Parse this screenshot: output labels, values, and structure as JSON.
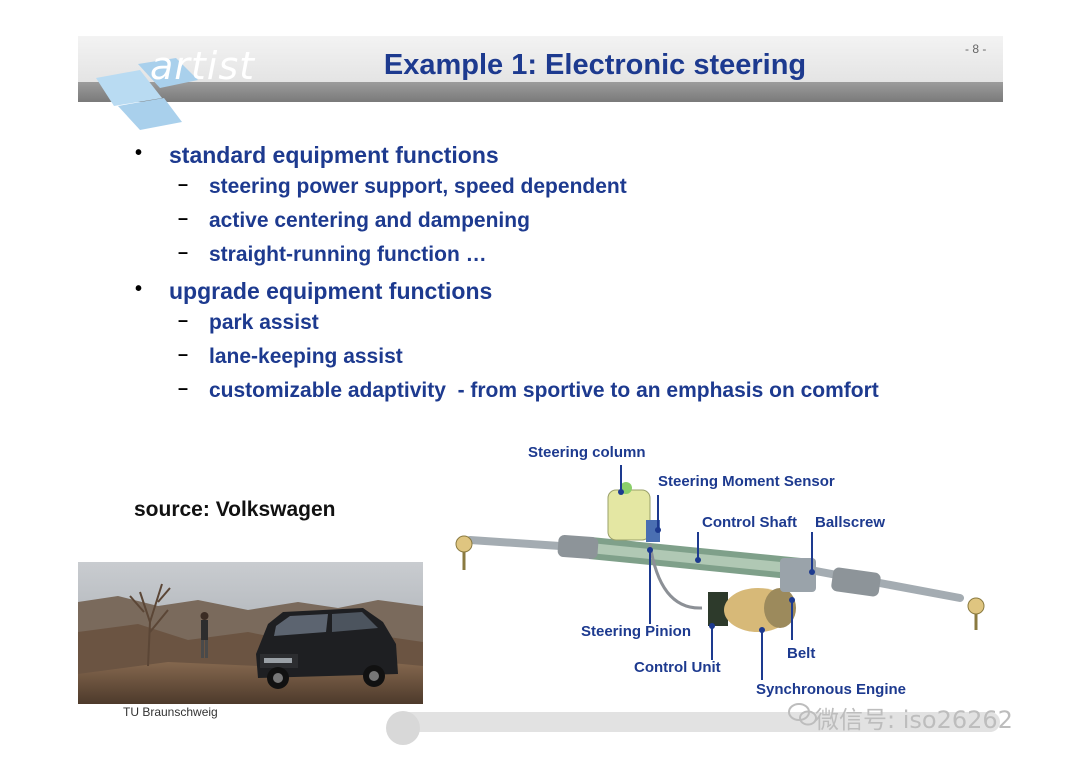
{
  "header": {
    "logo_text": "artist",
    "title": "Example 1: Electronic steering",
    "page_number": "- 8 -"
  },
  "bullets": [
    {
      "text": "standard equipment functions",
      "subitems": [
        "steering power support, speed dependent",
        "active centering and dampening",
        "straight-running function …"
      ]
    },
    {
      "text": "upgrade equipment functions",
      "subitems": [
        "park assist",
        "lane-keeping assist",
        "customizable adaptivity  - from sportive to an emphasis on comfort"
      ]
    }
  ],
  "bullet_marker": "•",
  "sub_marker": "–",
  "source": "source: Volkswagen",
  "footer": {
    "left": "TU Braunschweig"
  },
  "diagram": {
    "labels": {
      "steering_column": "Steering column",
      "moment_sensor": "Steering Moment Sensor",
      "control_shaft": "Control Shaft",
      "ballscrew": "Ballscrew",
      "steering_pinion": "Steering Pinion",
      "control_unit": "Control Unit",
      "belt": "Belt",
      "sync_engine": "Synchronous Engine"
    }
  },
  "watermark": "微信号: iso26262",
  "colors": {
    "title": "#1d3a8f",
    "label": "#1d3a8f",
    "logo_blue": "#a9d0ec"
  }
}
